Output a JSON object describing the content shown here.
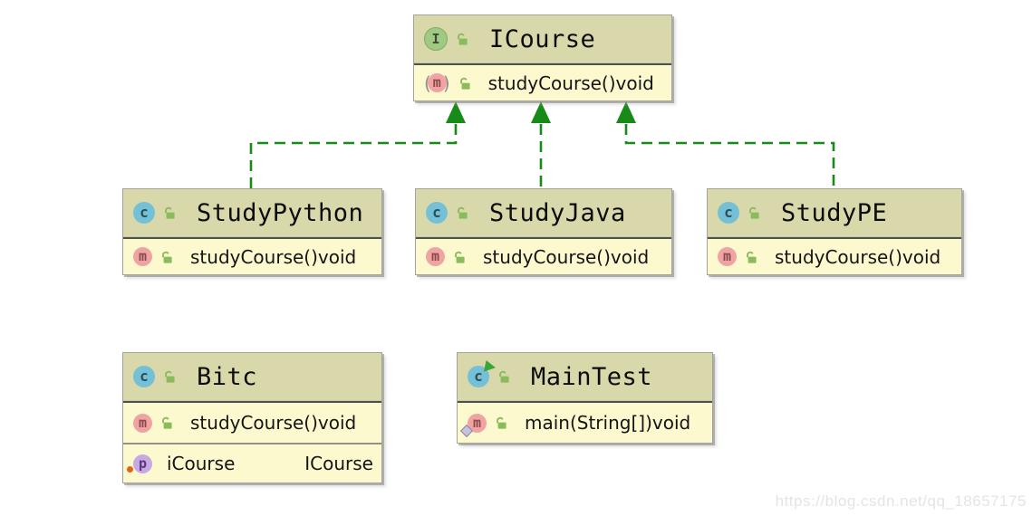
{
  "icons": {
    "interface_letter": "I",
    "class_letter": "c",
    "method_letter": "m",
    "field_letter": "p",
    "abstract_open": "(",
    "abstract_close": ")"
  },
  "classes": [
    {
      "name": "ICourse",
      "stereotype": "interface",
      "members": [
        {
          "kind": "abstract-method",
          "visibility": "public",
          "signature": "studyCourse()void"
        }
      ]
    },
    {
      "name": "StudyPython",
      "stereotype": "class",
      "members": [
        {
          "kind": "method",
          "visibility": "public",
          "signature": "studyCourse()void"
        }
      ]
    },
    {
      "name": "StudyJava",
      "stereotype": "class",
      "members": [
        {
          "kind": "method",
          "visibility": "public",
          "signature": "studyCourse()void"
        }
      ]
    },
    {
      "name": "StudyPE",
      "stereotype": "class",
      "members": [
        {
          "kind": "method",
          "visibility": "public",
          "signature": "studyCourse()void"
        }
      ]
    },
    {
      "name": "Bitc",
      "stereotype": "class",
      "members": [
        {
          "kind": "method",
          "visibility": "public",
          "signature": "studyCourse()void"
        }
      ],
      "fields": [
        {
          "kind": "field",
          "name": "iCourse",
          "type": "ICourse"
        }
      ]
    },
    {
      "name": "MainTest",
      "stereotype": "runnable-class",
      "members": [
        {
          "kind": "main-method",
          "visibility": "public",
          "signature": "main(String[])void"
        }
      ]
    }
  ],
  "relationships": [
    {
      "from": "StudyPython",
      "to": "ICourse",
      "type": "realization",
      "style": "green-dashed-arrow"
    },
    {
      "from": "StudyJava",
      "to": "ICourse",
      "type": "realization",
      "style": "green-dashed-arrow"
    },
    {
      "from": "StudyPE",
      "to": "ICourse",
      "type": "realization",
      "style": "green-dashed-arrow"
    }
  ],
  "watermark": "https://blog.csdn.net/qq_18657175",
  "colors": {
    "arrow_green": "#178a17",
    "header_bg": "#d8d8aa",
    "body_bg": "#fcf9cf",
    "interface_icon_bg": "#a0c983",
    "class_icon_bg": "#74c0d6",
    "method_icon_bg": "#f0a3a3",
    "field_icon_bg": "#c7a9e3",
    "lock_green": "#8abc5e",
    "run_arrow_green": "#3aa53a",
    "field_dot_orange": "#e2641c"
  }
}
